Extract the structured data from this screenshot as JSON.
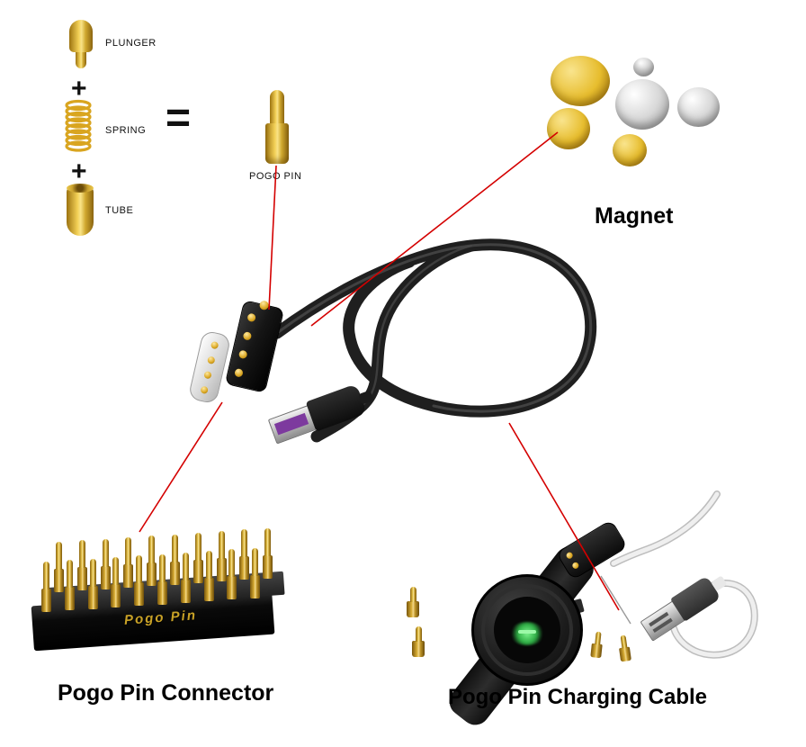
{
  "formula": {
    "plunger_label": "PLUNGER",
    "plus_top": "+",
    "spring_label": "SPRING",
    "equals": "=",
    "plus_bottom": "+",
    "tube_label": "TUBE",
    "pogo_pin_label": "POGO PIN"
  },
  "captions": {
    "magnet": "Magnet",
    "connector": "Pogo Pin Connector",
    "charging_cable": "Pogo Pin Charging Cable"
  },
  "connector_engraving": "Pogo  Pin",
  "colors": {
    "gold": "#E3B827",
    "silver": "#CFCFCF",
    "cable_black": "#1F1F1F",
    "leader_line_red": "#D40000",
    "usb_inner_purple": "#7D3A9E",
    "watch_glow_green": "#4FE06A",
    "background": "#FFFFFF"
  }
}
